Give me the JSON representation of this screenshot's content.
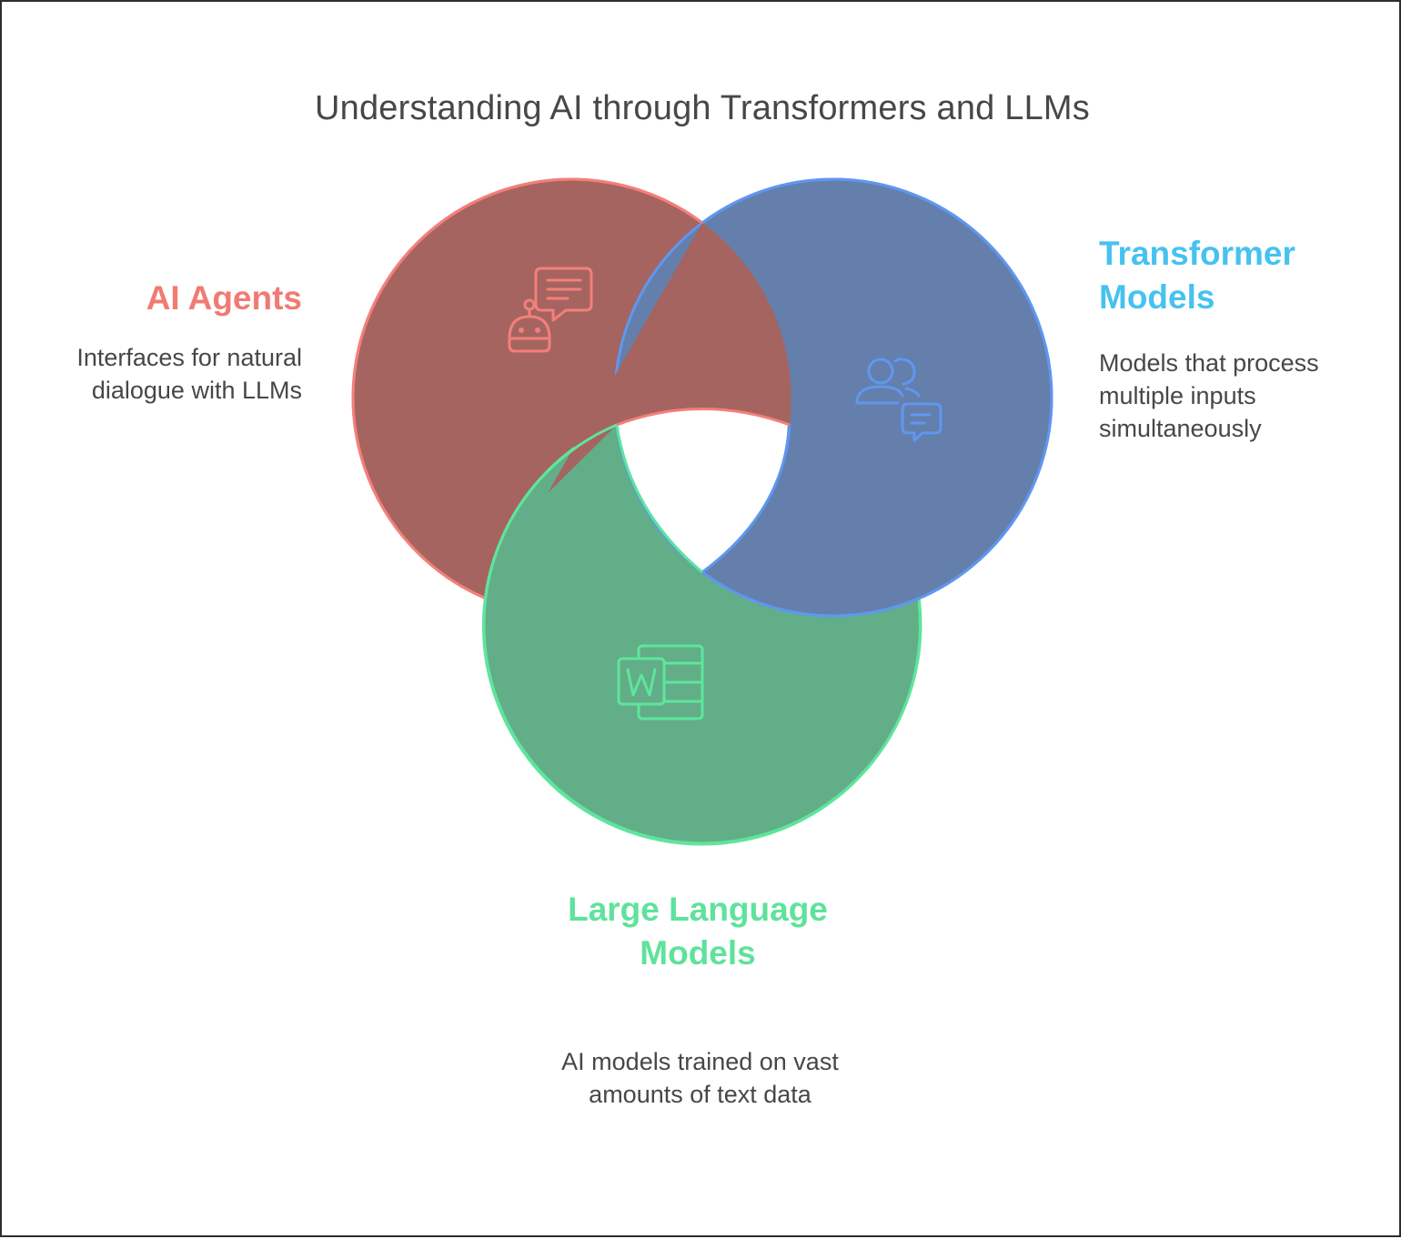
{
  "title": "Understanding AI through Transformers and LLMs",
  "colors": {
    "agents_fill": "#a5645f",
    "agents_stroke": "#f47f7a",
    "agents_label": "#f07b74",
    "transformer_fill": "#647fac",
    "transformer_stroke": "#5f97f0",
    "transformer_label": "#46c2f0",
    "llm_fill": "#62ae88",
    "llm_stroke": "#5ee59c",
    "llm_label": "#5fe29b",
    "text": "#474747"
  },
  "sets": [
    {
      "id": "ai-agents",
      "label": "AI Agents",
      "description": "Interfaces for natural dialogue with LLMs",
      "icon": "robot-chat-icon"
    },
    {
      "id": "transformer-models",
      "label": "Transformer Models",
      "description": "Models that process multiple inputs simultaneously",
      "icon": "users-chat-icon"
    },
    {
      "id": "large-language-models",
      "label": "Large Language Models",
      "description": "AI models trained on vast amounts of text data",
      "icon": "word-document-icon"
    }
  ]
}
